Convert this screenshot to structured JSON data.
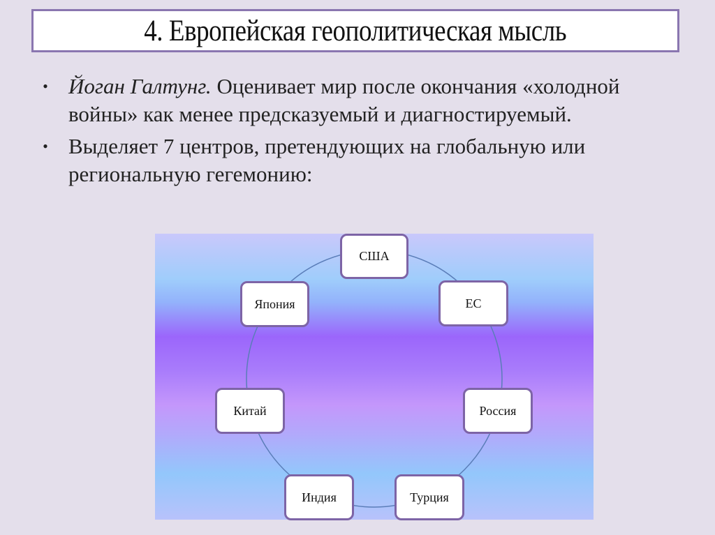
{
  "slide": {
    "title": "4. Европейская геополитическая мысль",
    "bullets": [
      {
        "author": "Йоган Галтунг.",
        "text": " Оценивает мир после окончания «холодной войны» как менее предсказуемый и диагностируемый."
      },
      {
        "text": "Выделяет 7 центров, претендующих на глобальную или региональную гегемонию:"
      }
    ],
    "bullet_glyph": "•"
  },
  "diagram": {
    "type": "cycle",
    "nodes": [
      {
        "label": "США"
      },
      {
        "label": "ЕС"
      },
      {
        "label": "Россия"
      },
      {
        "label": "Турция"
      },
      {
        "label": "Индия"
      },
      {
        "label": "Китай"
      },
      {
        "label": "Япония"
      }
    ],
    "colors": {
      "panel_top": "#c9c8fb",
      "panel_mid": "#9b66fb",
      "panel_light": "#9fcdfb",
      "node_border": "#7d64a6",
      "ring": "#5a7db8",
      "title_border": "#8a76b0",
      "background": "#e4dfeb"
    }
  }
}
